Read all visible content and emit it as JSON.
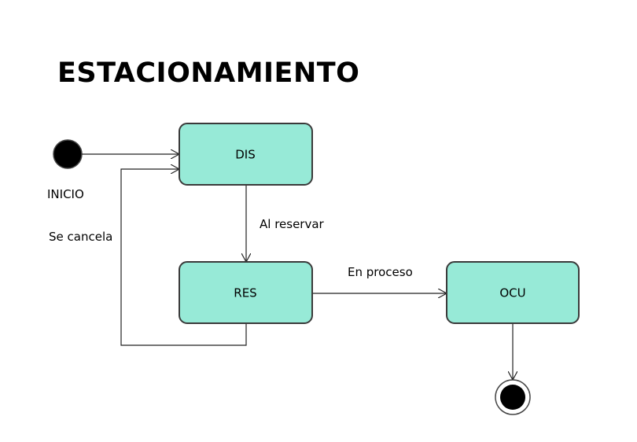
{
  "diagram": {
    "title": "ESTACIONAMIENTO",
    "state_fill": "#97ead7",
    "states": {
      "dis": "DIS",
      "res": "RES",
      "ocu": "OCU"
    },
    "initial_label": "INICIO",
    "transitions": {
      "dis_to_res": "Al reservar",
      "res_to_ocu": "En proceso",
      "res_to_dis": "Se cancela"
    }
  }
}
